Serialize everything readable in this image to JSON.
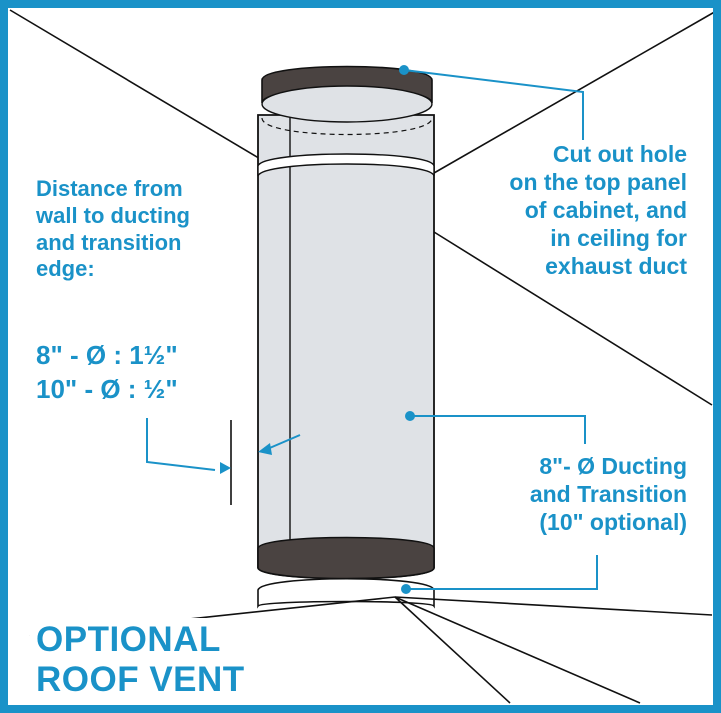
{
  "colors": {
    "accent": "#1a92c8",
    "duct_fill": "#dfe2e6",
    "collar": "#4a4341",
    "line": "#111111"
  },
  "notes": {
    "distance_lines": [
      "Distance from",
      "wall to ducting",
      "and transition",
      "edge:"
    ],
    "dims": [
      "8\" - Ø : 1½\"",
      "10\" - Ø : ½\""
    ],
    "cutout_lines": [
      "Cut out hole",
      "on the top panel",
      "of cabinet, and",
      "in ceiling for",
      "exhaust duct"
    ],
    "ducting_lines": [
      "8\"- Ø Ducting",
      "and Transition",
      "(10\" optional)"
    ]
  },
  "roof": {
    "lines": [
      "OPTIONAL",
      "ROOF VENT"
    ]
  }
}
